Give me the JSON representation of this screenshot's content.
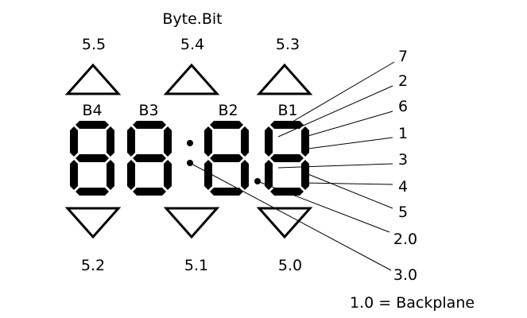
{
  "title": "Byte.Bit",
  "up_labels": [
    "5.5",
    "5.4",
    "5.3"
  ],
  "down_labels": [
    "5.2",
    "5.1",
    "5.0"
  ],
  "digit_labels": [
    "B4",
    "B3",
    "B2",
    "B1"
  ],
  "pin_labels": [
    "7",
    "2",
    "6",
    "1",
    "3",
    "4",
    "5",
    "2.0",
    "3.0"
  ],
  "footnote": "1.0 = Backplane"
}
